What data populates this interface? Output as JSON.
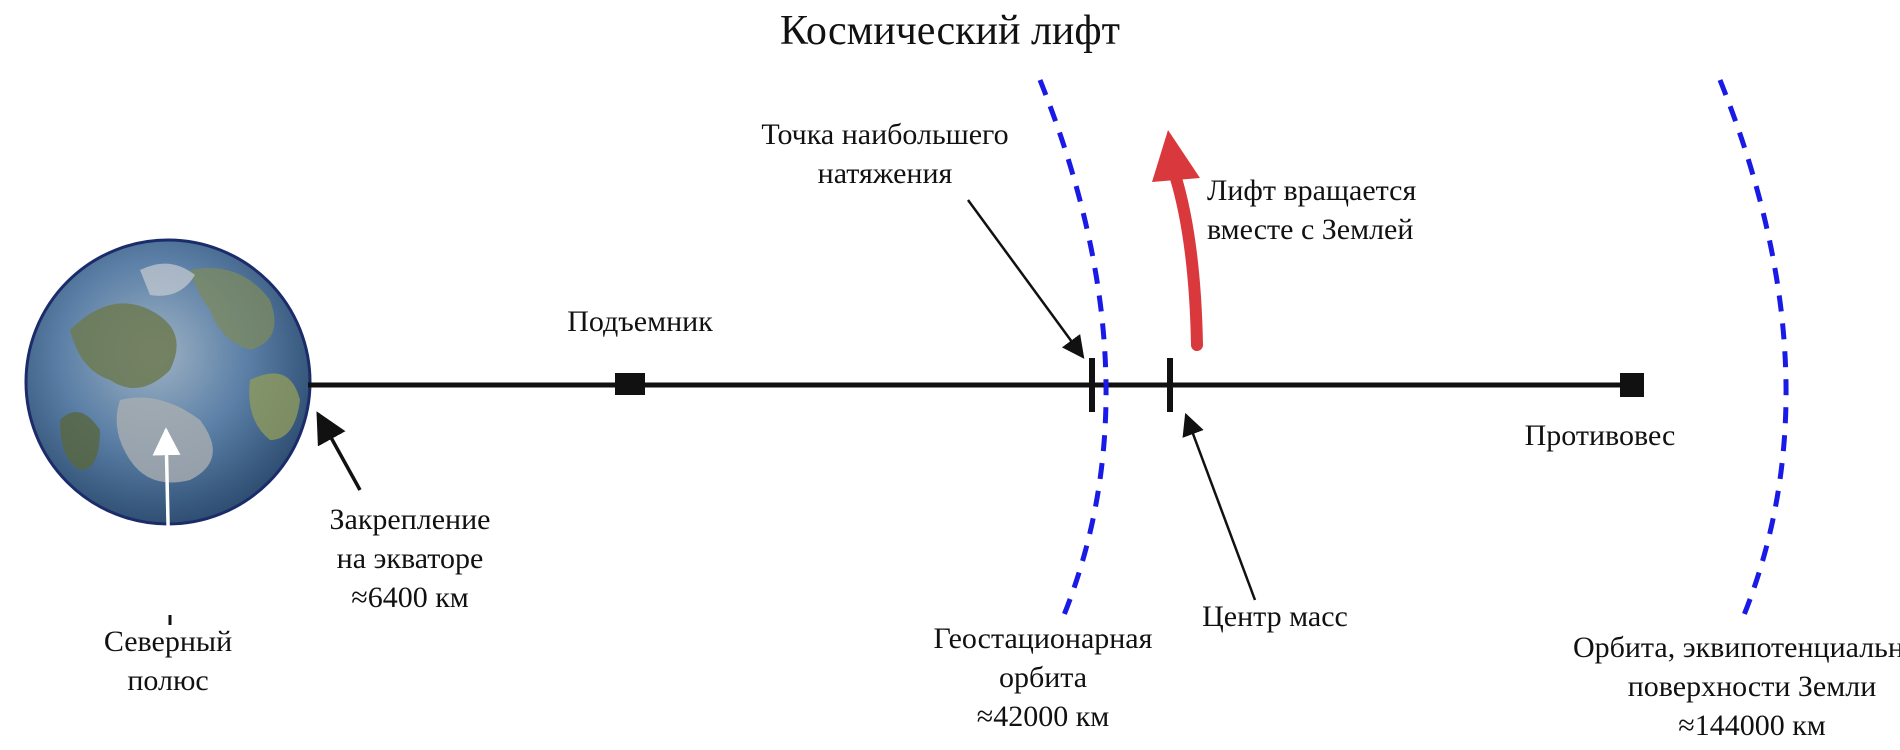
{
  "title": "Космический лифт",
  "labels": {
    "max_tension_line1": "Точка наибольшего",
    "max_tension_line2": "натяжения",
    "rotation_line1": "Лифт вращается",
    "rotation_line2": "вместе с Землей",
    "climber": "Подъемник",
    "counterweight": "Противовес",
    "anchor_line1": "Закрепление",
    "anchor_line2": "на экваторе",
    "anchor_line3": "≈6400 км",
    "north_pole_line1": "Северный",
    "north_pole_line2": "полюс",
    "geo_line1": "Геостационарная",
    "geo_line2": "орбита",
    "geo_line3": "≈42000 км",
    "center_of_mass": "Центр масс",
    "equipotential_line1": "Орбита, эквипотенциальная",
    "equipotential_line2": "поверхности Земли",
    "equipotential_line3": "≈144000 км"
  },
  "colors": {
    "cable": "#111111",
    "orbit": "#1a1ae6",
    "rotation_arrow": "#d9393c",
    "earth_ocean": "#3f6fa3",
    "earth_land": "#6f7a4e",
    "north_pole_arrow": "#ffffff"
  }
}
